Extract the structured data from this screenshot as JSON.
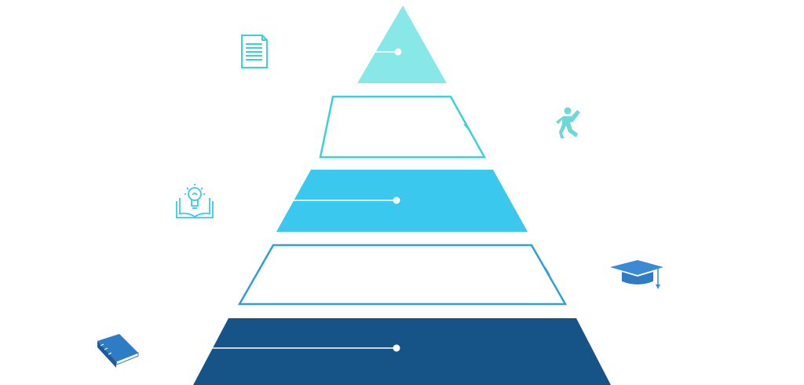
{
  "diagram": {
    "type": "pyramid",
    "levels": [
      {
        "name": "level-1",
        "fill": "#88e8e8",
        "outline": false,
        "connector": "left",
        "icon": "document-icon"
      },
      {
        "name": "level-2",
        "fill": "#ffffff",
        "stroke": "#3ad2d6",
        "outline": true,
        "icon": "running-person-icon"
      },
      {
        "name": "level-3",
        "fill": "#3bc8ee",
        "outline": false,
        "connector": "left",
        "icon": "idea-book-icon"
      },
      {
        "name": "level-4",
        "fill": "#ffffff",
        "stroke": "#2e9ee0",
        "outline": true,
        "icon": "graduation-cap-icon"
      },
      {
        "name": "level-5",
        "fill": "#165387",
        "outline": false,
        "connector": "left",
        "icon": "book-icon"
      }
    ]
  },
  "colors": {
    "teal_light": "#88e8e8",
    "teal": "#3ad2d6",
    "sky": "#3bc8ee",
    "blue": "#2e9ee0",
    "navy": "#165387",
    "icon_blue": "#3a8ad6"
  }
}
